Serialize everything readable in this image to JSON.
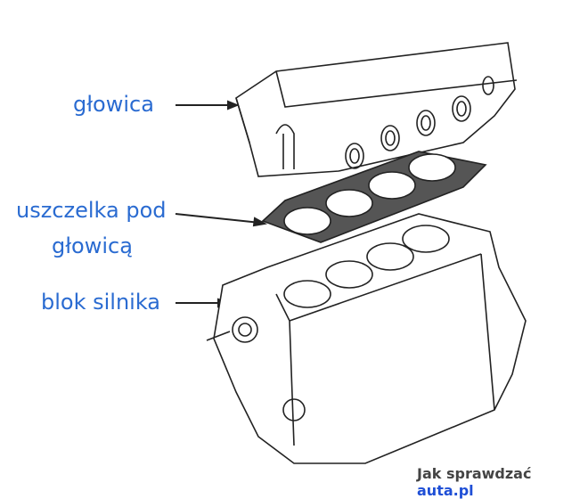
{
  "labels": {
    "head": "głowica",
    "gasket_line1": "uszczelka pod",
    "gasket_line2": "głowicą",
    "block": "blok silnika"
  },
  "logo": {
    "prefix": "Jak sprawdzać",
    "brand": "auta.pl"
  },
  "colors": {
    "label": "#2a6bd1",
    "line": "#222222",
    "gasket": "#555555"
  }
}
